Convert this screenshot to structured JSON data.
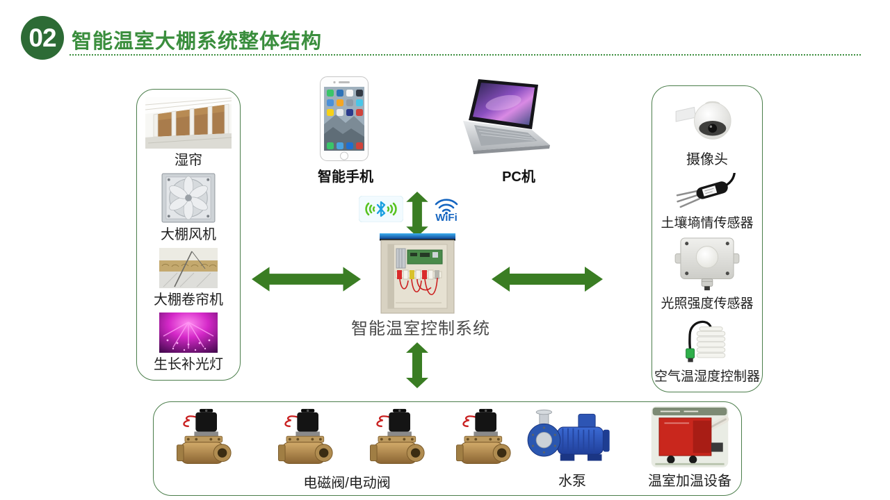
{
  "slide": {
    "section_number": "02",
    "title": "智能温室大棚系统整体结构"
  },
  "top_devices": {
    "smartphone_label": "智能手机",
    "pc_label": "PC机"
  },
  "connectivity": {
    "wifi_label": "WiFi",
    "bluetooth_icon": "bluetooth-signal-icon",
    "wifi_icon": "wifi-icon"
  },
  "control_system": {
    "label": "智能温室控制系统",
    "icon": "control-cabinet"
  },
  "left_panel": {
    "items": [
      {
        "label": "湿帘",
        "icon": "wet-curtain"
      },
      {
        "label": "大棚风机",
        "icon": "greenhouse-fan"
      },
      {
        "label": "大棚卷帘机",
        "icon": "roller-shutter-machine"
      },
      {
        "label": "生长补光灯",
        "icon": "grow-light"
      }
    ]
  },
  "right_panel": {
    "items": [
      {
        "label": "摄像头",
        "icon": "dome-camera"
      },
      {
        "label": "土壤墒情传感器",
        "icon": "soil-moisture-sensor"
      },
      {
        "label": "光照强度传感器",
        "icon": "light-intensity-sensor"
      },
      {
        "label": "空气温湿度控制器",
        "icon": "air-temp-humidity-controller"
      }
    ]
  },
  "bottom_panel": {
    "valve_count": 4,
    "items": [
      {
        "label": "电磁阀/电动阀",
        "icon": "solenoid-valve"
      },
      {
        "label": "水泵",
        "icon": "water-pump"
      },
      {
        "label": "温室加温设备",
        "icon": "greenhouse-heater"
      }
    ]
  },
  "colors": {
    "title_green": "#3a8e3d",
    "badge_green": "#2d6b35",
    "arrow_green": "#3a7d23",
    "panel_border": "#4a7d4a",
    "wifi_blue": "#1565c0",
    "bluetooth_blue": "#1a9fe0",
    "signal_green": "#58c322",
    "center_label_gray": "#4a4a4a"
  }
}
